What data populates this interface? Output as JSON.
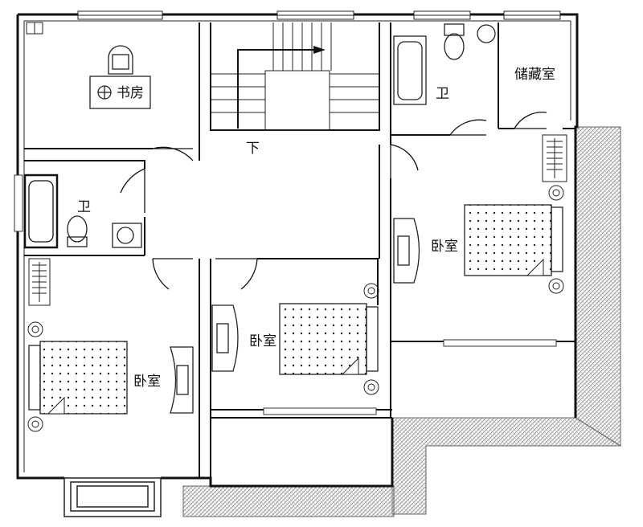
{
  "labels": {
    "study": "书房",
    "bath_north": "卫",
    "storage": "储藏室",
    "bath_west": "卫",
    "bedroom_west": "卧室",
    "bedroom_center": "卧室",
    "bedroom_east": "卧室",
    "stair_down": "下"
  },
  "colors": {
    "wall": "#111111",
    "roof_hatch": "#8a8a8a",
    "bed_dot": "#222222"
  }
}
